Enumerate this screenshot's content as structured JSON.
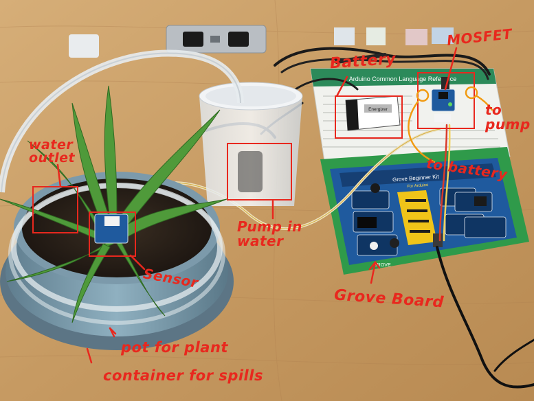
{
  "photo": {
    "annotation_color": "#e8281e",
    "wood_color": "#c9a06a",
    "board_pcb_color": "#1f5a9e",
    "board_frame_color": "#2f9a4a"
  },
  "labels": {
    "battery": "Battery",
    "mosfet": "MOSFET",
    "to_pump": "to\npump",
    "to_battery": "to battery",
    "water_outlet": "water\noutlet",
    "pump_in_water": "Pump in\nwater",
    "sensor": "Sensor",
    "grove_board": "Grove Board",
    "pot_for_plant": "pot for plant",
    "container_for_spills": "container for spills"
  },
  "printed_text": {
    "reference_card": "Arduino Common Language Reference",
    "kit_name": "Grove Beginner Kit",
    "kit_sub": "For Arduino",
    "grove_label": "GROVE",
    "battery_brand": "Energizer"
  }
}
